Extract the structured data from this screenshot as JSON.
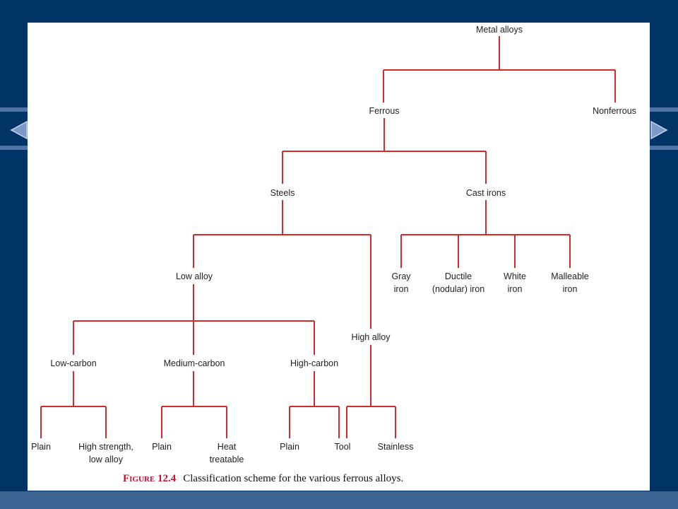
{
  "colors": {
    "background": "#003366",
    "band": "#4f74a6",
    "footer": "#3d6594",
    "panel": "#ffffff",
    "edge": "#d42a2a",
    "text": "#222222",
    "figure_label": "#c8102e"
  },
  "nav": {
    "prev_icon": "triangle-left-icon",
    "next_icon": "triangle-right-icon"
  },
  "diagram": {
    "nodes": {
      "metal_alloys": [
        "Metal alloys"
      ],
      "ferrous": [
        "Ferrous"
      ],
      "nonferrous": [
        "Nonferrous"
      ],
      "steels": [
        "Steels"
      ],
      "cast_irons": [
        "Cast irons"
      ],
      "low_alloy": [
        "Low alloy"
      ],
      "high_alloy": [
        "High alloy"
      ],
      "gray_iron": [
        "Gray",
        "iron"
      ],
      "ductile_iron": [
        "Ductile",
        "(nodular) iron"
      ],
      "white_iron": [
        "White",
        "iron"
      ],
      "malleable_iron": [
        "Malleable",
        "iron"
      ],
      "low_carbon": [
        "Low-carbon"
      ],
      "medium_carbon": [
        "Medium-carbon"
      ],
      "high_carbon": [
        "High-carbon"
      ],
      "lc_plain": [
        "Plain"
      ],
      "lc_high_strength": [
        "High strength,",
        "low alloy"
      ],
      "mc_plain": [
        "Plain"
      ],
      "mc_heat_treatable": [
        "Heat",
        "treatable"
      ],
      "hc_plain": [
        "Plain"
      ],
      "hc_tool": [
        "Tool"
      ],
      "ha_stainless": [
        "Stainless"
      ]
    },
    "edges": [
      [
        "metal_alloys",
        "ferrous"
      ],
      [
        "metal_alloys",
        "nonferrous"
      ],
      [
        "ferrous",
        "steels"
      ],
      [
        "ferrous",
        "cast_irons"
      ],
      [
        "steels",
        "low_alloy"
      ],
      [
        "steels",
        "high_alloy"
      ],
      [
        "cast_irons",
        "gray_iron"
      ],
      [
        "cast_irons",
        "ductile_iron"
      ],
      [
        "cast_irons",
        "white_iron"
      ],
      [
        "cast_irons",
        "malleable_iron"
      ],
      [
        "low_alloy",
        "low_carbon"
      ],
      [
        "low_alloy",
        "medium_carbon"
      ],
      [
        "low_alloy",
        "high_carbon"
      ],
      [
        "low_carbon",
        "lc_plain"
      ],
      [
        "low_carbon",
        "lc_high_strength"
      ],
      [
        "medium_carbon",
        "mc_plain"
      ],
      [
        "medium_carbon",
        "mc_heat_treatable"
      ],
      [
        "high_carbon",
        "hc_plain"
      ],
      [
        "high_carbon",
        "hc_tool"
      ],
      [
        "high_alloy",
        "hc_tool"
      ],
      [
        "high_alloy",
        "ha_stainless"
      ]
    ]
  },
  "caption": {
    "figure_label": "Figure 12.4",
    "text": "Classification scheme for the various ferrous alloys."
  }
}
